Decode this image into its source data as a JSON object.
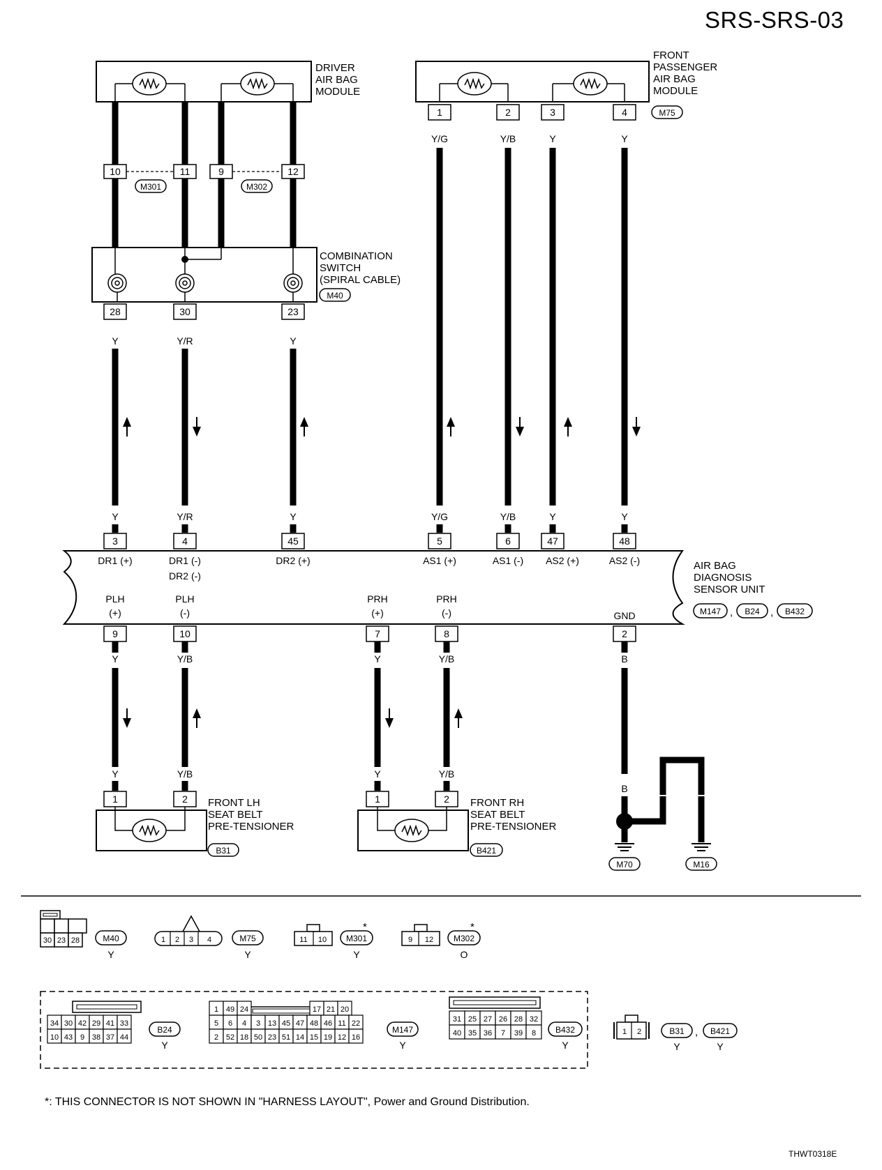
{
  "title": "SRS-SRS-03",
  "footnote": "*: THIS CONNECTOR IS NOT SHOWN IN \"HARNESS LAYOUT\", Power and Ground Distribution.",
  "figure_code": "THWT0318E",
  "components": {
    "driver_module": [
      "DRIVER",
      "AIR BAG",
      "MODULE"
    ],
    "passenger_module": [
      "FRONT",
      "PASSENGER",
      "AIR BAG",
      "MODULE"
    ],
    "passenger_module_connector": "M75",
    "combination_switch": [
      "COMBINATION",
      "SWITCH",
      "(SPIRAL CABLE)"
    ],
    "combination_switch_connector": "M40",
    "sensor_unit": [
      "AIR BAG",
      "DIAGNOSIS",
      "SENSOR UNIT"
    ],
    "sensor_unit_connectors": [
      "M147",
      "B24",
      "B432"
    ],
    "sensor_unit_separator": ",",
    "lh_pretensioner": [
      "FRONT LH",
      "SEAT BELT",
      "PRE-TENSIONER"
    ],
    "lh_pretensioner_connector": "B31",
    "rh_pretensioner": [
      "FRONT RH",
      "SEAT BELT",
      "PRE-TENSIONER"
    ],
    "rh_pretensioner_connector": "B421",
    "ground_left": "M70",
    "ground_right": "M16",
    "joint_connectors": [
      "M301",
      "M302"
    ]
  },
  "pins": {
    "driver_joint": [
      "10",
      "11",
      "9",
      "12"
    ],
    "passenger": [
      "1",
      "2",
      "3",
      "4"
    ],
    "comb_switch": [
      "28",
      "30",
      "23"
    ],
    "sensor_top": [
      "3",
      "4",
      "45",
      "5",
      "6",
      "47",
      "48"
    ],
    "sensor_bottom": [
      "9",
      "10",
      "7",
      "8",
      "2"
    ],
    "lh": [
      "1",
      "2"
    ],
    "rh": [
      "1",
      "2"
    ]
  },
  "wire_colors": {
    "passenger_top": [
      "Y/G",
      "Y/B",
      "Y",
      "Y"
    ],
    "comb_bottom": [
      "Y",
      "Y/R",
      "Y"
    ],
    "sensor_top_left": [
      "Y",
      "Y/R",
      "Y"
    ],
    "sensor_top_right": [
      "Y/G",
      "Y/B",
      "Y",
      "Y"
    ],
    "sensor_bottom": [
      "Y",
      "Y/B",
      "Y",
      "Y/B",
      "B"
    ],
    "pretensioner_top": [
      "Y",
      "Y/B",
      "Y",
      "Y/B"
    ],
    "ground": [
      "B",
      "B",
      "B"
    ]
  },
  "sensor_terminals": {
    "top": [
      "DR1 (+)",
      "DR1 (-)",
      "DR2 (-)",
      "DR2 (+)",
      "AS1 (+)",
      "AS1 (-)",
      "AS2 (+)",
      "AS2 (-)"
    ],
    "bottom": [
      "PLH",
      "(+)",
      "PLH",
      "(-)",
      "PRH",
      "(+)",
      "PRH",
      "(-)",
      "GND"
    ]
  },
  "connector_views": {
    "m40": {
      "pins": [
        "30",
        "23",
        "28"
      ],
      "id": "M40",
      "color": "Y"
    },
    "m75": {
      "pins": [
        "1",
        "2",
        "3",
        "4"
      ],
      "id": "M75",
      "color": "Y"
    },
    "m301": {
      "pins": [
        "11",
        "10"
      ],
      "id": "M301",
      "color": "Y",
      "mark": "*"
    },
    "m302": {
      "pins": [
        "9",
        "12"
      ],
      "id": "M302",
      "color": "O",
      "mark": "*"
    },
    "b24": {
      "rows": [
        [
          "34",
          "30",
          "42",
          "29",
          "41",
          "33"
        ],
        [
          "10",
          "43",
          "9",
          "38",
          "37",
          "44"
        ]
      ],
      "id": "B24",
      "color": "Y"
    },
    "m147": {
      "rows": [
        [
          "1",
          "49",
          "24",
          "",
          "17",
          "21",
          "20"
        ],
        [
          "5",
          "6",
          "4",
          "3",
          "13",
          "45",
          "47",
          "48",
          "46",
          "11",
          "22"
        ],
        [
          "2",
          "52",
          "18",
          "50",
          "23",
          "51",
          "14",
          "15",
          "19",
          "12",
          "16"
        ]
      ],
      "id": "M147",
      "color": "Y"
    },
    "b432": {
      "rows": [
        [
          "31",
          "25",
          "27",
          "26",
          "28",
          "32"
        ],
        [
          "40",
          "35",
          "36",
          "7",
          "39",
          "8"
        ]
      ],
      "id": "B432",
      "color": "Y"
    },
    "b31_b421": {
      "pins": [
        "1",
        "2"
      ],
      "ids": [
        "B31",
        "B421"
      ],
      "sep": ",",
      "colors": [
        "Y",
        "Y"
      ]
    }
  },
  "colors": {
    "ink": "#000000",
    "background": "#ffffff"
  }
}
